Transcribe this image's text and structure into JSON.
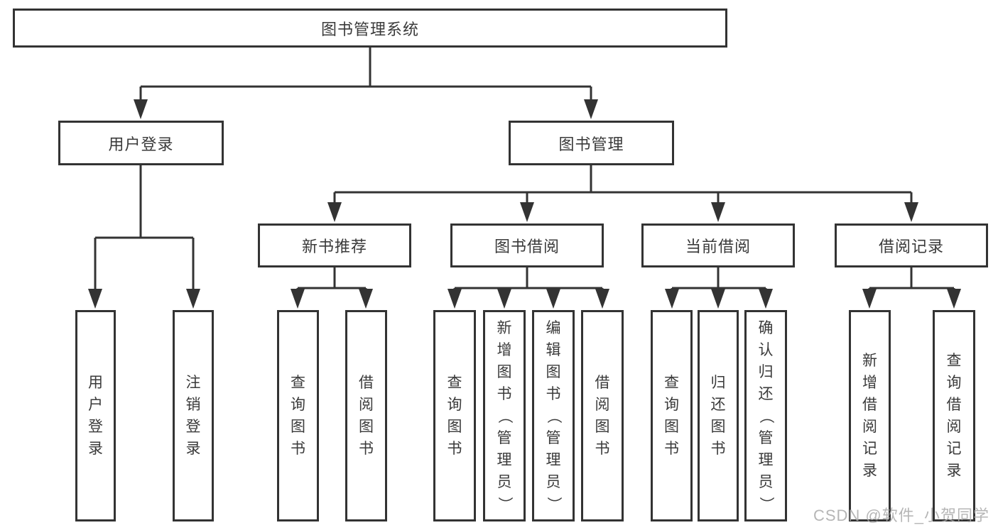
{
  "tree": {
    "root": {
      "label": "图书管理系统"
    },
    "branches": [
      {
        "label": "用户登录",
        "children": [
          {
            "label": "用户登录"
          },
          {
            "label": "注销登录"
          }
        ]
      },
      {
        "label": "图书管理",
        "groups": [
          {
            "label": "新书推荐",
            "children": [
              {
                "label": "查询图书"
              },
              {
                "label": "借阅图书"
              }
            ]
          },
          {
            "label": "图书借阅",
            "children": [
              {
                "label": "查询图书"
              },
              {
                "label": "新增图书（管理员）"
              },
              {
                "label": "编辑图书（管理员）"
              },
              {
                "label": "借阅图书"
              }
            ]
          },
          {
            "label": "当前借阅",
            "children": [
              {
                "label": "查询图书"
              },
              {
                "label": "归还图书"
              },
              {
                "label": "确认归还（管理员）"
              }
            ]
          },
          {
            "label": "借阅记录",
            "children": [
              {
                "label": "新增借阅记录"
              },
              {
                "label": "查询借阅记录"
              }
            ]
          }
        ]
      }
    ]
  },
  "watermark": {
    "text": "CSDN @软件_小贺同学"
  },
  "colors": {
    "line": "#333333",
    "text": "#3a3a3a",
    "watermark": "#aaaaaa",
    "background": "#ffffff"
  }
}
